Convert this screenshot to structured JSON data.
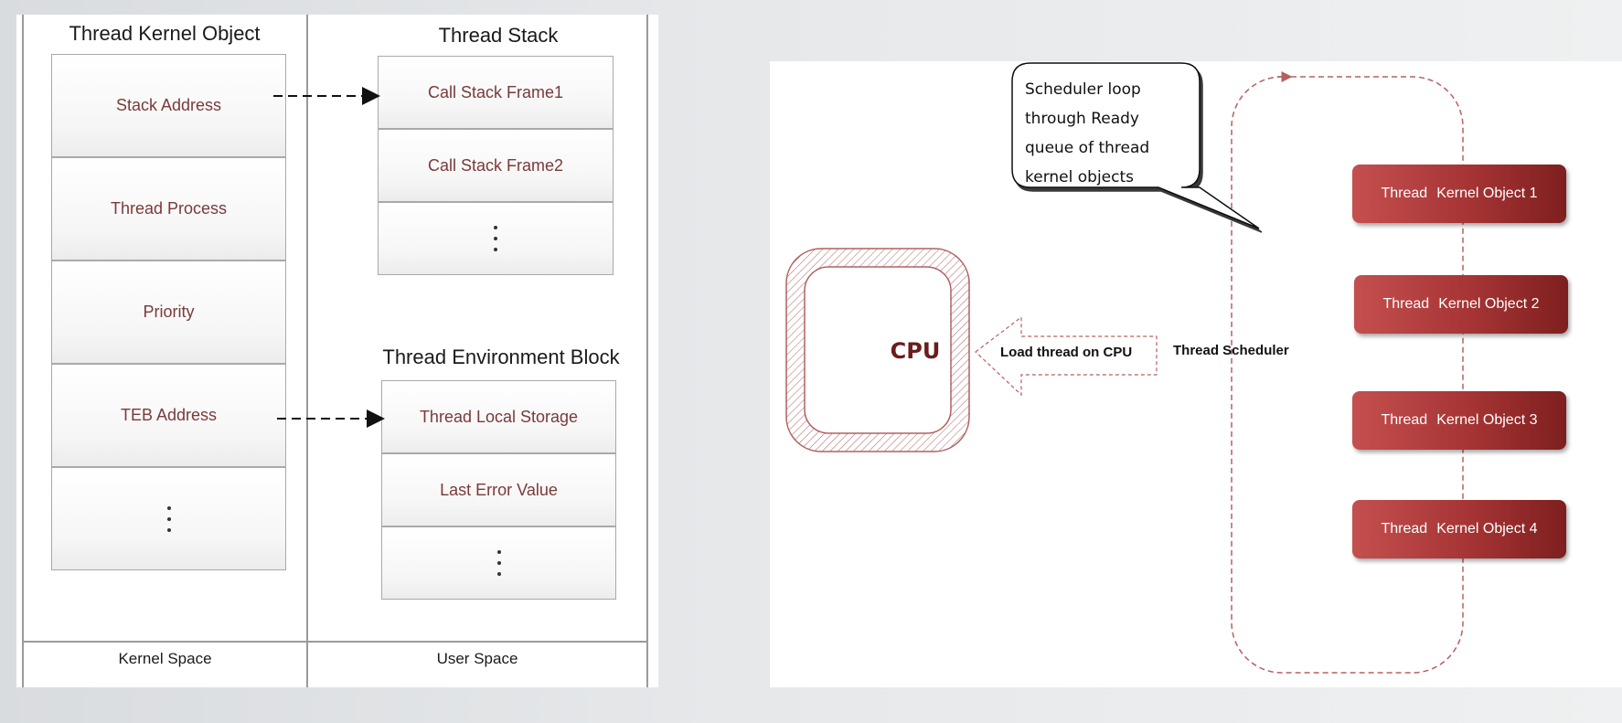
{
  "left": {
    "kernel_title": "Thread Kernel Object",
    "kernel_cells": [
      "Stack Address",
      "Thread Process",
      "Priority",
      "TEB Address"
    ],
    "stack_title": "Thread Stack",
    "stack_cells": [
      "Call Stack Frame1",
      "Call Stack Frame2"
    ],
    "teb_title": "Thread Environment Block",
    "teb_cells": [
      "Thread Local Storage",
      "Last Error Value"
    ],
    "footer": {
      "kernel_space": "Kernel Space",
      "user_space": "User Space"
    }
  },
  "right": {
    "bubble_lines": [
      "Scheduler loop",
      "through Ready",
      "queue of thread",
      "kernel objects"
    ],
    "cpu_label": "CPU",
    "load_label": "Load thread on CPU",
    "scheduler_label": "Thread Scheduler",
    "kernel_objects": [
      {
        "a": "Thread",
        "b": "Kernel Object 1"
      },
      {
        "a": "Thread",
        "b": "Kernel Object 2"
      },
      {
        "a": "Thread",
        "b": "Kernel Object 3"
      },
      {
        "a": "Thread",
        "b": "Kernel Object 4"
      }
    ]
  },
  "colors": {
    "accent": "#a63434",
    "dashed": "#b56060",
    "cell_text": "#7a3a3a"
  }
}
